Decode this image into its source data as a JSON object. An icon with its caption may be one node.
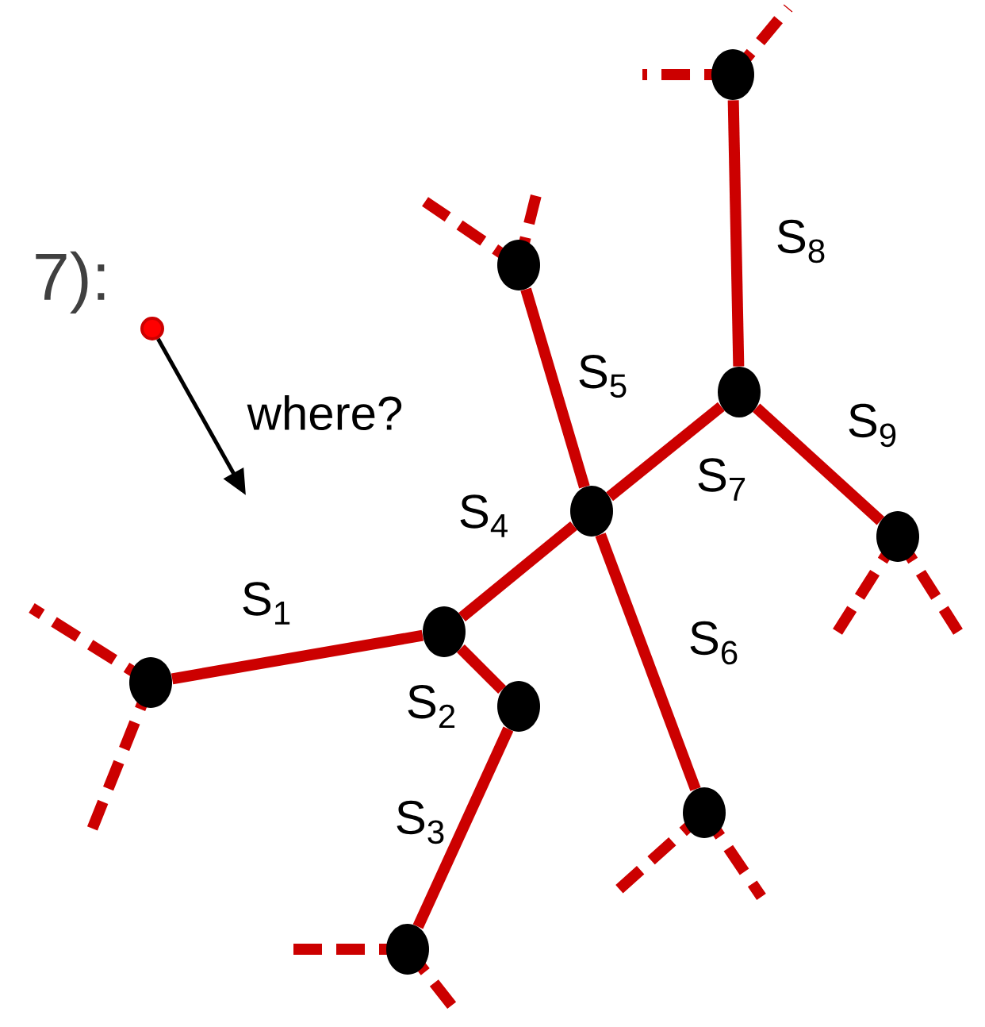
{
  "diagram": {
    "nodes": [
      {
        "text": [],
        "shape": "circle"
      },
      {
        "text": [],
        "shape": "circle"
      },
      {
        "text": [],
        "shape": "circle"
      },
      {
        "text": [],
        "shape": "circle"
      },
      {
        "text": [],
        "shape": "circle"
      },
      {
        "text": [],
        "shape": "circle"
      },
      {
        "text": [],
        "shape": "circle"
      },
      {
        "text": [],
        "shape": "circle"
      },
      {
        "text": [],
        "shape": "circle"
      },
      {
        "text": [],
        "shape": "circle"
      },
      {
        "text": [],
        "shape": "circle"
      }
    ],
    "edges": [
      {
        "from": 0,
        "to": null,
        "arrow": "to",
        "label": "where?",
        "color": "#000000"
      },
      {
        "from": 1,
        "to": 2,
        "arrow": "none",
        "label": "S$_{1}$"
      },
      {
        "from": 2,
        "to": 3,
        "arrow": "none",
        "label": "S$_{2}$"
      },
      {
        "from": 3,
        "to": 4,
        "arrow": "none",
        "label": "S$_{3}$"
      },
      {
        "from": 2,
        "to": 5,
        "arrow": "none",
        "label": "S$_{4}$"
      },
      {
        "from": 5,
        "to": 6,
        "arrow": "none",
        "label": "S$_{5}$"
      },
      {
        "from": 5,
        "to": 7,
        "arrow": "none",
        "label": "S$_{6}$"
      },
      {
        "from": 5,
        "to": 8,
        "arrow": "none",
        "label": "S$_{7}$"
      },
      {
        "from": 8,
        "to": 9,
        "arrow": "none",
        "label": "S$_{8}$"
      },
      {
        "from": 8,
        "to": 10,
        "arrow": "none",
        "label": "S$_{9}$"
      }
    ],
    "labels": [
      "7):"
    ]
  }
}
